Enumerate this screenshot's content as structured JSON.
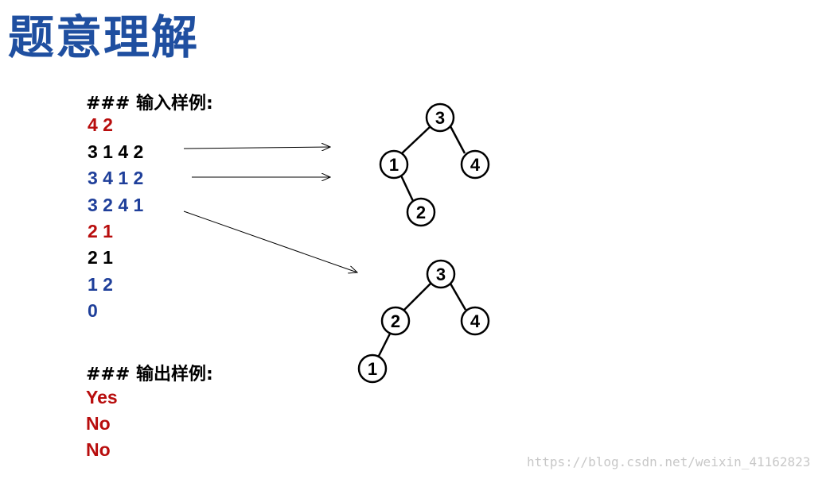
{
  "title": "题意理解",
  "input": {
    "heading": "### 输入样例:",
    "lines": [
      {
        "text": "4 2",
        "color": "#b80d0d"
      },
      {
        "text": "3 1 4 2",
        "color": "#000000"
      },
      {
        "text": "3 4 1 2",
        "color": "#1f3f9a"
      },
      {
        "text": "3 2 4 1",
        "color": "#1f3f9a"
      },
      {
        "text": "2 1",
        "color": "#b80d0d"
      },
      {
        "text": "2 1",
        "color": "#000000"
      },
      {
        "text": "1 2",
        "color": "#1f3f9a"
      },
      {
        "text": "0",
        "color": "#1f3f9a"
      }
    ]
  },
  "output": {
    "heading": "### 输出样例:",
    "lines": [
      "Yes",
      "No",
      "No"
    ]
  },
  "tree_a": {
    "root": "3",
    "left": "1",
    "right": "4",
    "left_right_child": "2"
  },
  "tree_b": {
    "root": "3",
    "left": "2",
    "right": "4",
    "left_left_child": "1"
  },
  "watermark": "https://blog.csdn.net/weixin_41162823"
}
